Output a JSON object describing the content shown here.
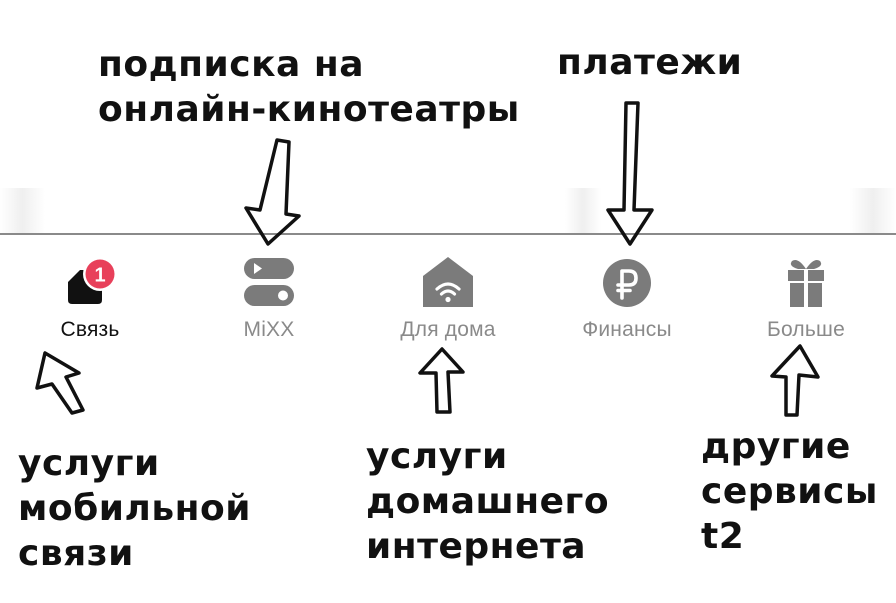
{
  "tabbar": {
    "tabs": [
      {
        "label": "Связь",
        "icon": "sim-card-icon",
        "active": true,
        "badge": "1"
      },
      {
        "label": "MiXX",
        "icon": "toggle-stack-icon",
        "active": false
      },
      {
        "label": "Для дома",
        "icon": "home-wifi-icon",
        "active": false
      },
      {
        "label": "Финансы",
        "icon": "ruble-coin-icon",
        "active": false
      },
      {
        "label": "Больше",
        "icon": "gift-icon",
        "active": false
      }
    ]
  },
  "annotations": {
    "svyaz": [
      "услуги",
      "мобильной",
      "связи"
    ],
    "mixx": [
      "подписка на",
      "онлайн-кинотеатры"
    ],
    "dom": [
      "услуги",
      "домашнего",
      "интернета"
    ],
    "finansy": [
      "платежи"
    ],
    "bolshe": [
      "другие",
      "сервисы",
      "t2"
    ]
  },
  "colors": {
    "active": "#111111",
    "inactive": "#8a8a8a",
    "icon_inactive": "#7b7b7b",
    "badge": "#e8405a"
  }
}
